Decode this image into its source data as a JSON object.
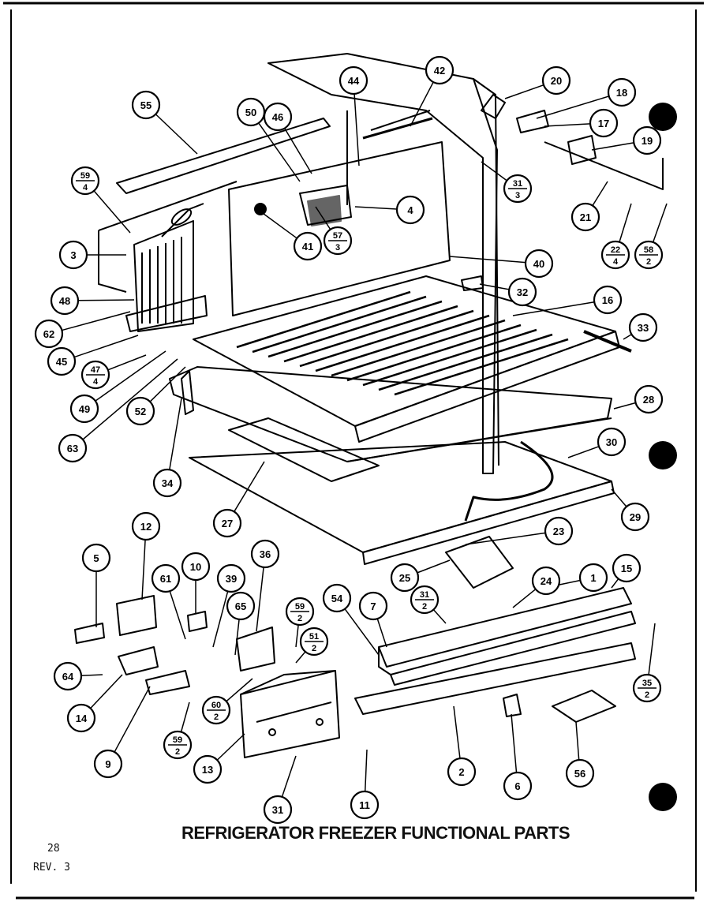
{
  "diagram": {
    "title": "REFRIGERATOR FREEZER FUNCTIONAL PARTS",
    "page_number": "28",
    "revision": "REV. 3",
    "callouts": [
      "1",
      "2",
      "3",
      "4",
      "5",
      "6",
      "7",
      "9",
      "10",
      "11",
      "12",
      "13",
      "14",
      "15",
      "16",
      "17",
      "18",
      "19",
      "20",
      "21",
      "23",
      "24",
      "25",
      "27",
      "28",
      "29",
      "30",
      "31",
      "32",
      "33",
      "34",
      "36",
      "39",
      "40",
      "41",
      "42",
      "44",
      "45",
      "46",
      "48",
      "49",
      "50",
      "52",
      "54",
      "55",
      "56",
      "61",
      "62",
      "63",
      "64",
      "65"
    ],
    "fraction_callouts": [
      {
        "num": "59",
        "den": "4"
      },
      {
        "num": "31",
        "den": "3"
      },
      {
        "num": "57",
        "den": "3"
      },
      {
        "num": "22",
        "den": "4"
      },
      {
        "num": "58",
        "den": "2"
      },
      {
        "num": "47",
        "den": "4"
      },
      {
        "num": "59",
        "den": "2"
      },
      {
        "num": "31",
        "den": "2"
      },
      {
        "num": "51",
        "den": "2"
      },
      {
        "num": "60",
        "den": "2"
      },
      {
        "num": "59",
        "den": "2"
      },
      {
        "num": "35",
        "den": "2"
      }
    ]
  }
}
